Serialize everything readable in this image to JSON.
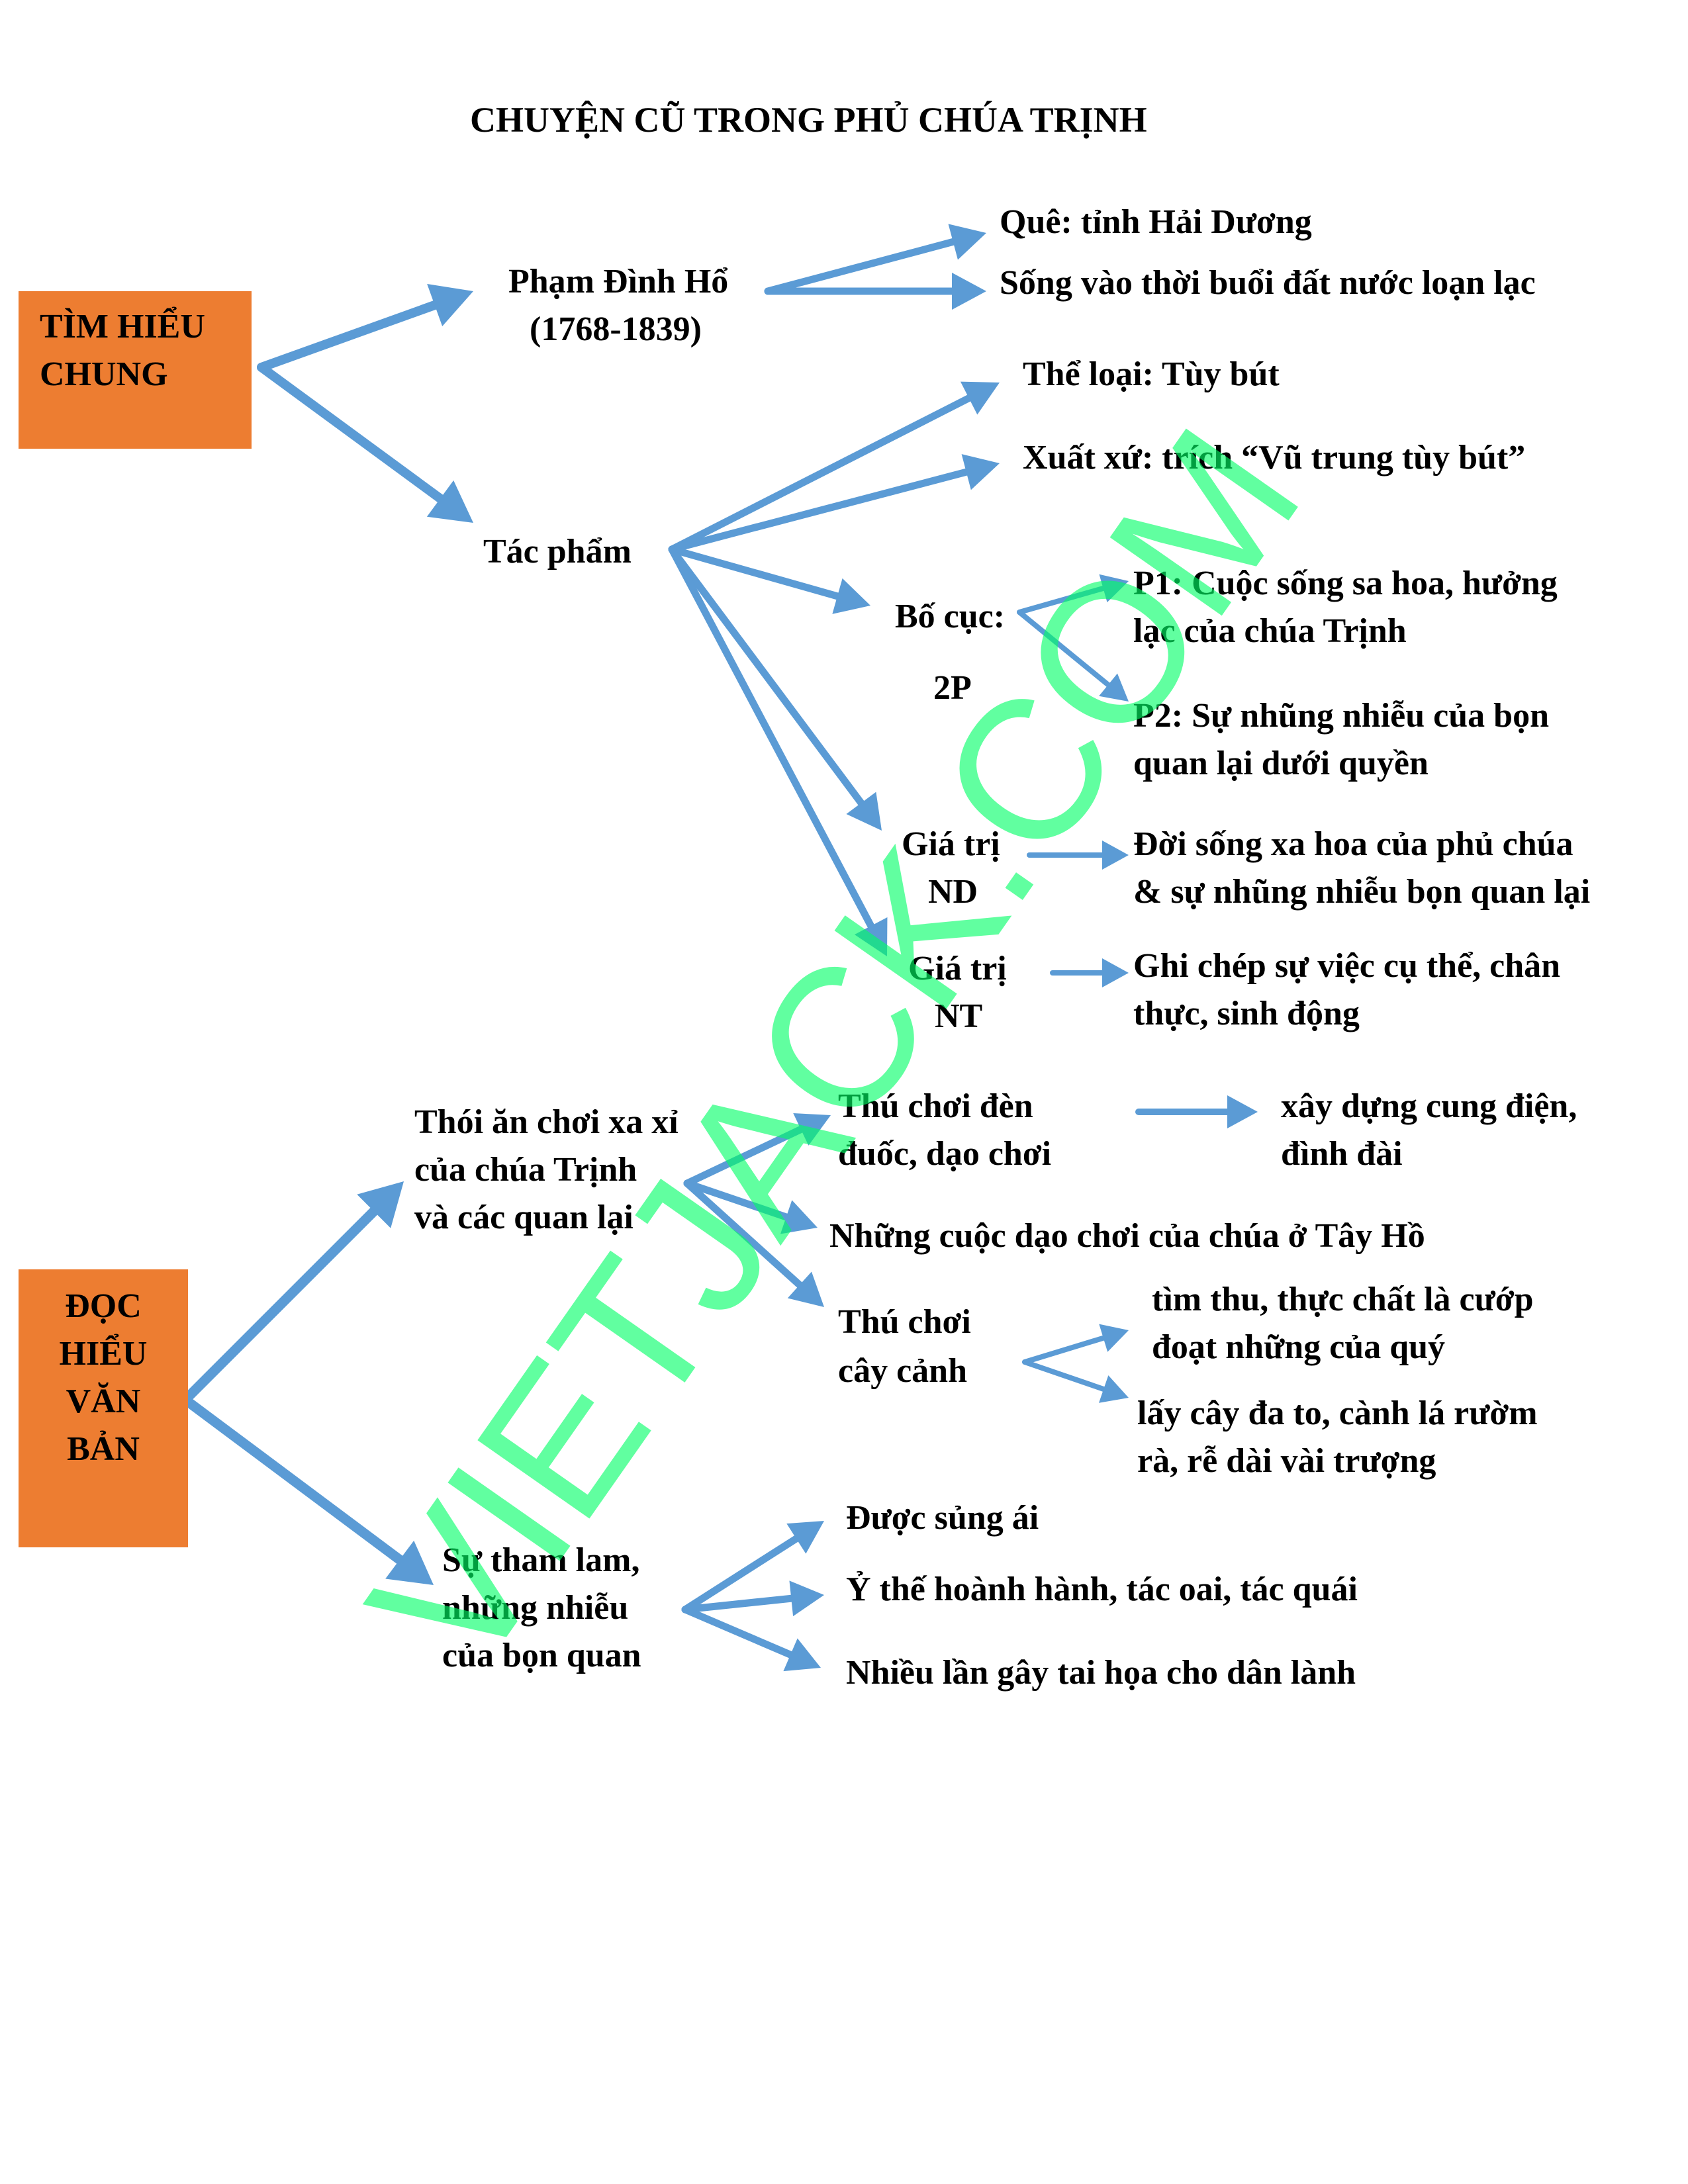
{
  "title": "CHUYỆN CŨ TRONG PHỦ CHÚA TRỊNH",
  "colors": {
    "box": "#ed7d31",
    "arrow": "#5b9bd5",
    "watermark": "#00ff66"
  },
  "watermark": "VIETJACK.COM",
  "section1": {
    "label_line1": "TÌM HIỂU",
    "label_line2": "CHUNG",
    "author": {
      "name": "Phạm Đình Hổ",
      "years": "(1768-1839)",
      "hometown": "Quê: tỉnh Hải Dương",
      "era": "Sống vào thời buổi đất nước loạn lạc"
    },
    "work": {
      "label": "Tác phẩm",
      "genre": "Thể loại: Tùy bút",
      "origin": "Xuất xứ: trích “Vũ trung tùy bút”",
      "layout_label": "Bố cục:",
      "layout_parts": "2P",
      "p1_line1": "P1: Cuộc sống sa hoa, hưởng",
      "p1_line2": "lạc của chúa Trịnh",
      "p2_line1": "P2: Sự nhũng nhiễu của bọn",
      "p2_line2": "quan lại dưới quyền",
      "content_value_line1": "Giá trị",
      "content_value_line2": "ND",
      "content_desc_line1": "Đời sống xa hoa của phủ chúa",
      "content_desc_line2": "& sự nhũng nhiễu bọn quan lại",
      "art_value_line1": "Giá trị",
      "art_value_line2": "NT",
      "art_desc_line1": "Ghi chép sự việc cụ thể, chân",
      "art_desc_line2": "thực, sinh động"
    }
  },
  "section2": {
    "label_line1": "ĐỌC",
    "label_line2": "HIỂU",
    "label_line3": "VĂN",
    "label_line4": "BẢN",
    "luxury": {
      "line1": "Thói ăn chơi xa xỉ",
      "line2": "của chúa Trịnh",
      "line3": "và các quan lại",
      "lamp_line1": "Thú chơi đèn",
      "lamp_line2": "đuốc, dạo chơi",
      "palace_line1": "xây dựng cung điện,",
      "palace_line2": "đình đài",
      "westlake": "Những cuộc dạo chơi của chúa ở Tây Hồ",
      "plants_line1": "Thú chơi",
      "plants_line2": "cây cảnh",
      "search_line1": "tìm thu, thực chất là cướp",
      "search_line2": "đoạt những của quý",
      "banyan_line1": "lấy cây đa to, cành lá rườm",
      "banyan_line2": "rà, rễ dài vài trượng"
    },
    "greed": {
      "line1": "Sự tham lam,",
      "line2": "những nhiễu",
      "line3": "của bọn quan",
      "favored": "Được sủng ái",
      "abuse": "Ỷ thế hoành hành, tác oai, tác quái",
      "harm": "Nhiều lần gây tai họa cho dân lành"
    }
  }
}
